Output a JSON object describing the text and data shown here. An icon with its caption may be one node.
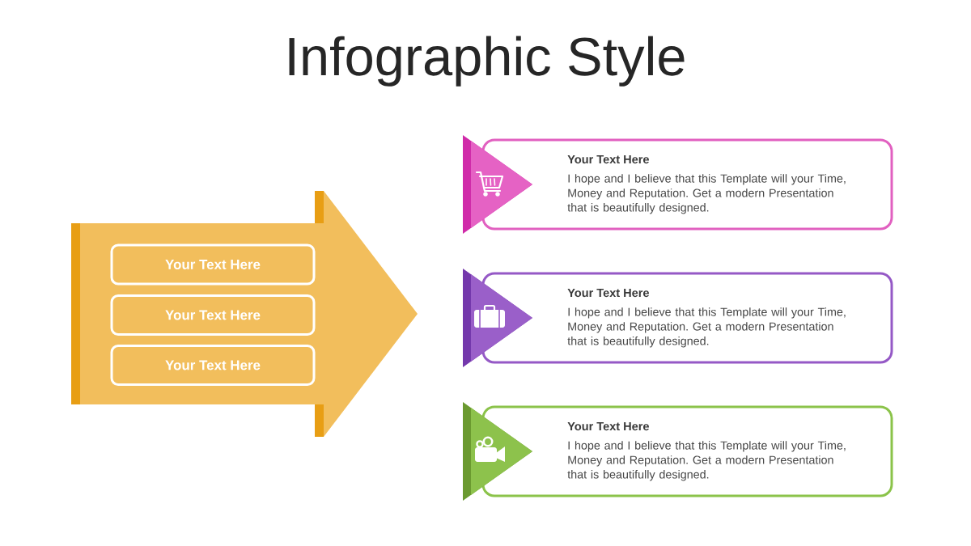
{
  "diagram": {
    "title": "Infographic Style",
    "nodes": [
      {
        "text": [],
        "shape": "arrow"
      },
      {
        "text": [
          "Your Text Here"
        ],
        "in": 0
      },
      {
        "text": [
          "Your Text Here"
        ],
        "in": 0
      },
      {
        "text": [
          "Your Text Here"
        ],
        "in": 0
      },
      {
        "text": [
          "Your Text Here",
          "I hope and I believe that this Template will your Time, Money and Reputation. Get a modern Presentation that is beautifully designed."
        ]
      },
      {
        "text": [
          "Your Text Here",
          "I hope and I believe that this Template will your Time, Money and Reputation. Get a modern Presentation that is beautifully designed."
        ]
      },
      {
        "text": [
          "Your Text Here",
          "I hope and I believe that this Template will your Time, Money and Reputation. Get a modern Presentation that is beautifully designed."
        ]
      }
    ]
  }
}
